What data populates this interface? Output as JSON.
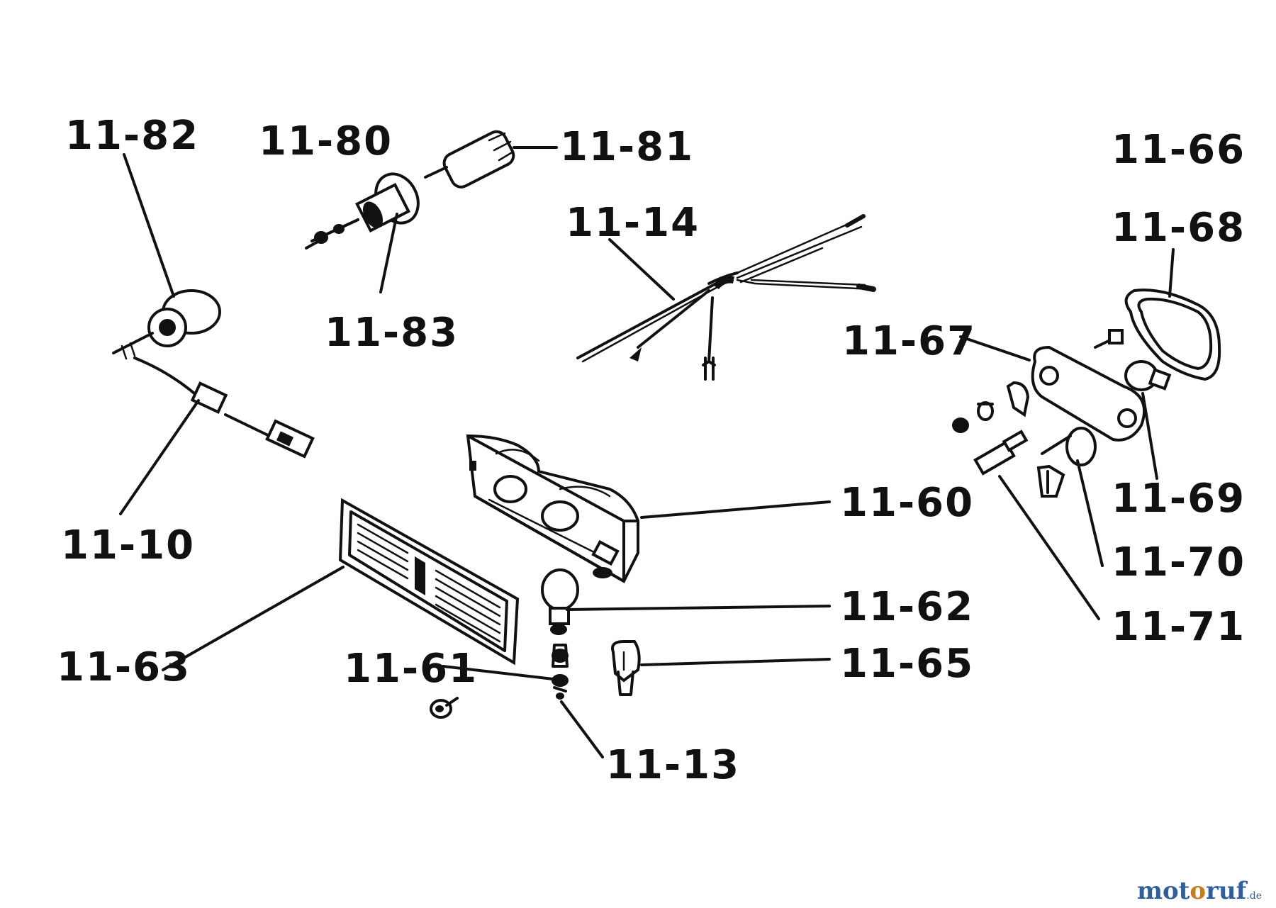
{
  "diagram": {
    "labels": {
      "l_11_82": "11-82",
      "l_11_80": "11-80",
      "l_11_81": "11-81",
      "l_11_83": "11-83",
      "l_11_14": "11-14",
      "l_11_10": "11-10",
      "l_11_66": "11-66",
      "l_11_68": "11-68",
      "l_11_67": "11-67",
      "l_11_60": "11-60",
      "l_11_69": "11-69",
      "l_11_70": "11-70",
      "l_11_71": "11-71",
      "l_11_62": "11-62",
      "l_11_63": "11-63",
      "l_11_61": "11-61",
      "l_11_65": "11-65",
      "l_11_13": "11-13"
    }
  },
  "watermark": {
    "part1": "mot",
    "part2": "o",
    "part3": "ruf",
    "part4": ".de"
  },
  "colors": {
    "ink": "#111111",
    "background": "#ffffff",
    "watermark_blue": "#2f5f9e",
    "watermark_orange": "#c87a1c"
  }
}
